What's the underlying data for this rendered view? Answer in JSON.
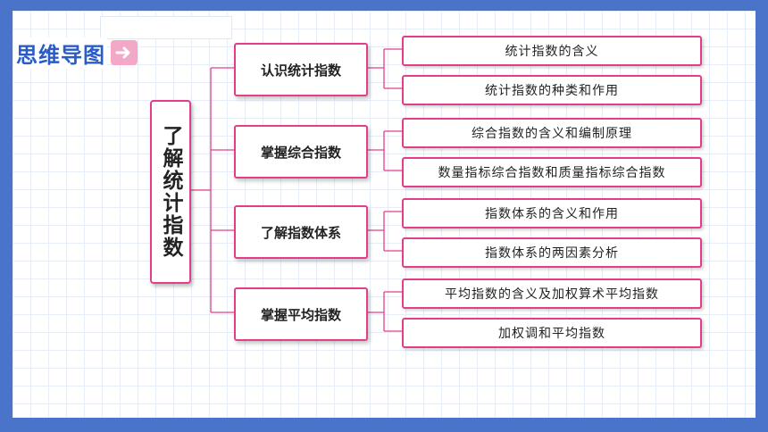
{
  "header": {
    "title": "思维导图",
    "arrow_icon": "arrow-right-icon"
  },
  "root": {
    "label": "了解统计指数"
  },
  "branches": [
    {
      "label": "认识统计指数",
      "leaves": [
        "统计指数的含义",
        "统计指数的种类和作用"
      ]
    },
    {
      "label": "掌握综合指数",
      "leaves": [
        "综合指数的含义和编制原理",
        "数量指标综合指数和质量指标综合指数"
      ]
    },
    {
      "label": "了解指数体系",
      "leaves": [
        "指数体系的含义和作用",
        "指数体系的两因素分析"
      ]
    },
    {
      "label": "掌握平均指数",
      "leaves": [
        "平均指数的含义及加权算术平均指数",
        "加权调和平均指数"
      ]
    }
  ],
  "colors": {
    "accent": "#e43e8a",
    "title": "#2a5cc7",
    "frame": "#4a74c9",
    "arrow_bg": "#f4a8c8"
  }
}
